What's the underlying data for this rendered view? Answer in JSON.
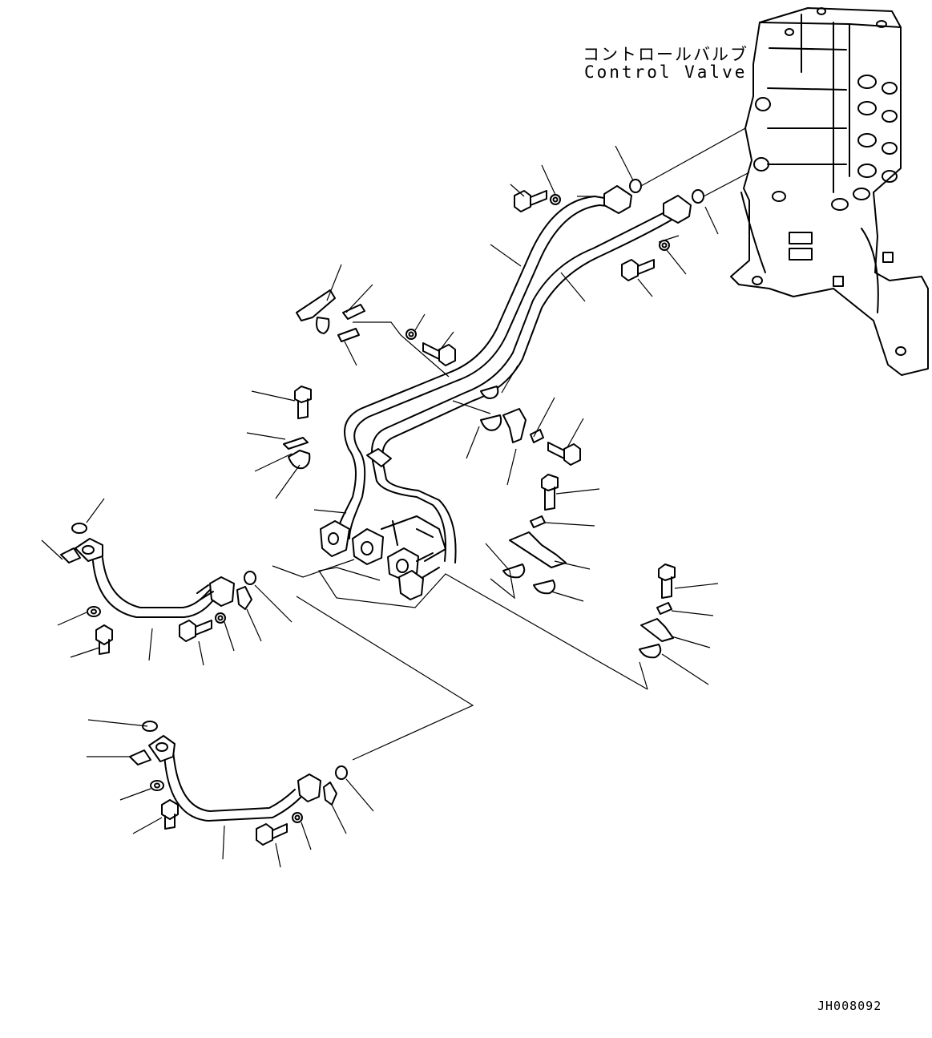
{
  "callout": {
    "japanese": "コントロールバルブ",
    "english": "Control Valve"
  },
  "drawing_id": "JH008092",
  "components": [
    "control-valve",
    "hydraulic-tube-upper",
    "hydraulic-tube-lower",
    "hose-assembly-upper",
    "hose-assembly-lower",
    "flange-block",
    "o-ring",
    "bolt",
    "washer",
    "tube-clamp",
    "clamp-bracket"
  ]
}
